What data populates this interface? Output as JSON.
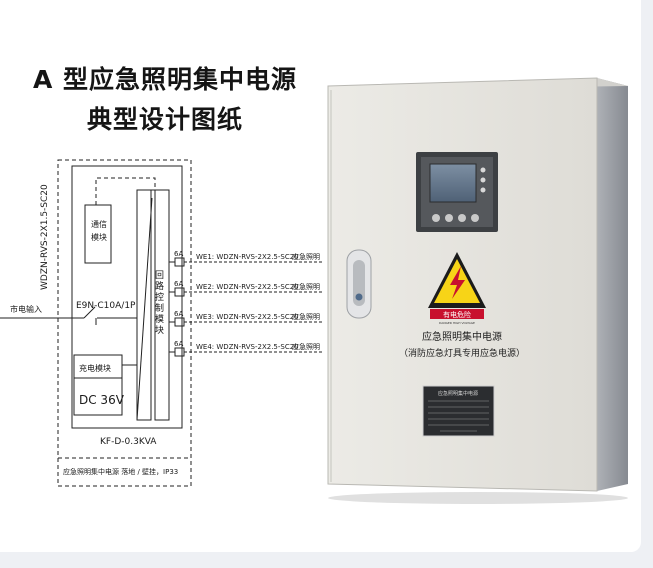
{
  "title": {
    "line1": "A 型应急照明集中电源",
    "line2": "典型设计图纸"
  },
  "diagram": {
    "cable_vertical": "WDZN-RVS-2X1.5-SC20",
    "comm_module_line1": "通信",
    "comm_module_line2": "模块",
    "mains_input": "市电输入",
    "breaker": "E9N-C10A/1P",
    "charger_module": "充电模块",
    "battery": "DC 36V",
    "loop_control_module": "回路控制模块",
    "fuse": "6A",
    "circuits": [
      {
        "label": "WE1:  WDZN-RVS-2X2.5-SC20",
        "load": "应急照明"
      },
      {
        "label": "WE2:  WDZN-RVS-2X2.5-SC20",
        "load": "应急照明"
      },
      {
        "label": "WE3:  WDZN-RVS-2X2.5-SC20",
        "load": "应急照明"
      },
      {
        "label": "WE4:  WDZN-RVS-2X2.5-SC20",
        "load": "应急照明"
      }
    ],
    "model": "KF-D-0.3KVA",
    "footnote": "应急照明集中电源  落地 / 壁挂，IP33"
  },
  "cabinet": {
    "warning_label": "有电危险",
    "warning_sublabel": "DANGER HIGH VOLTAGE",
    "door_label_line1": "应急照明集中电源",
    "door_label_line2": "（消防应急灯具专用应急电源）",
    "nameplate_title": "应急照明集中电源"
  }
}
